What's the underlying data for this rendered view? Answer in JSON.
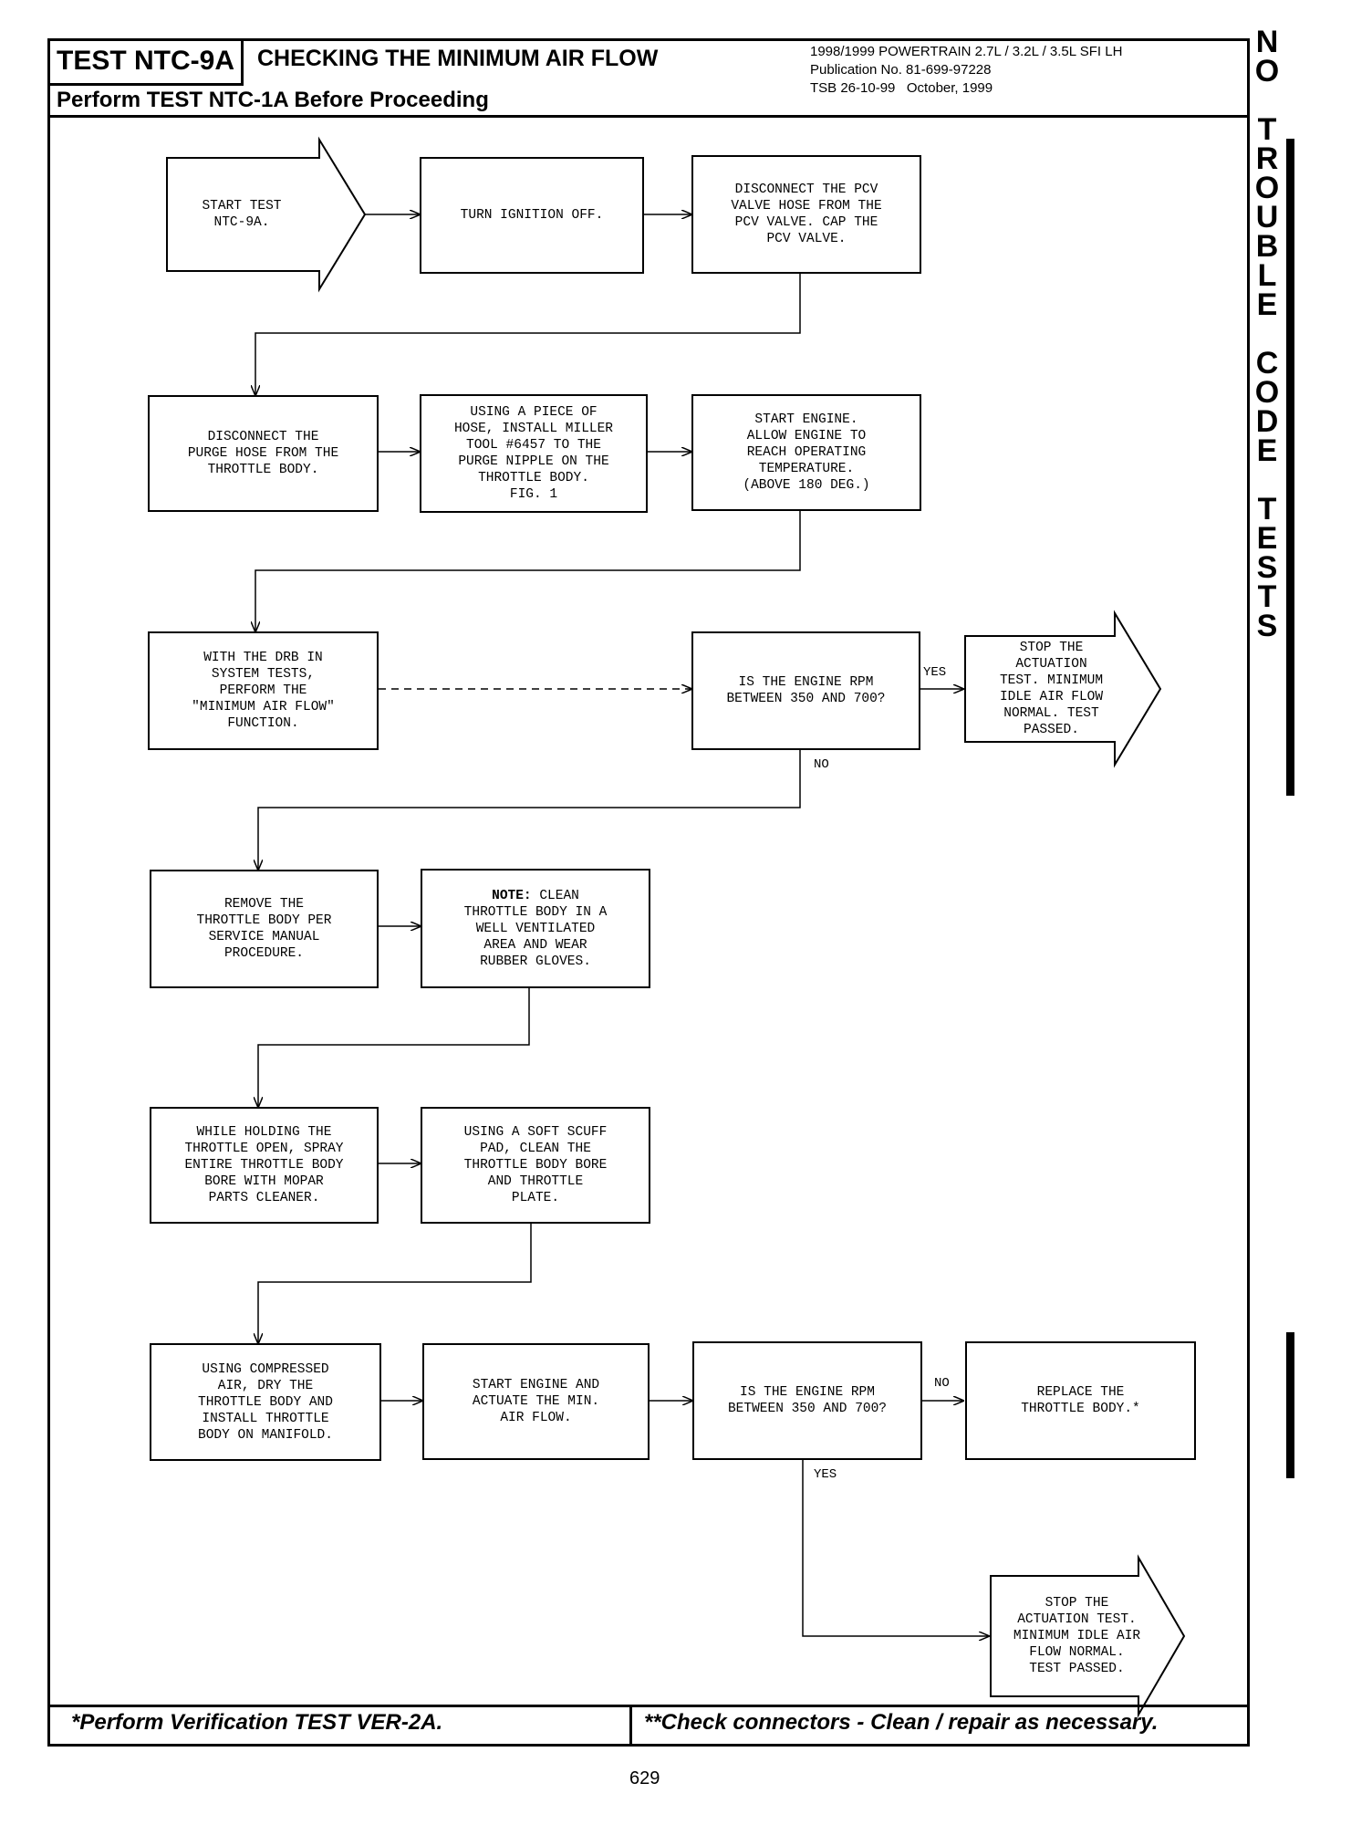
{
  "header": {
    "test_id": "TEST NTC-9A",
    "title": "CHECKING THE MINIMUM AIR FLOW",
    "subtitle": "Perform TEST NTC-1A Before Proceeding",
    "pub_line1": "1998/1999 POWERTRAIN 2.7L / 3.2L / 3.5L SFI LH",
    "pub_line2": "Publication No. 81-699-97228",
    "pub_line3": "TSB 26-10-99   October, 1999"
  },
  "side_tab": [
    "N",
    "O",
    "",
    "T",
    "R",
    "O",
    "U",
    "B",
    "L",
    "E",
    "",
    "C",
    "O",
    "D",
    "E",
    "",
    "T",
    "E",
    "S",
    "T",
    "S"
  ],
  "steps": {
    "start": "START TEST\nNTC-9A.",
    "ignition_off": "TURN IGNITION OFF.",
    "disconnect_pcv": "DISCONNECT THE PCV\nVALVE HOSE FROM THE\nPCV VALVE. CAP THE\nPCV VALVE.",
    "disconnect_purge": "DISCONNECT THE\nPURGE HOSE FROM THE\nTHROTTLE BODY.",
    "install_tool": "USING A PIECE OF\nHOSE, INSTALL MILLER\nTOOL #6457 TO THE\nPURGE NIPPLE ON THE\nTHROTTLE BODY.\nFIG. 1",
    "start_engine_warm": "START ENGINE.\nALLOW ENGINE TO\nREACH OPERATING\nTEMPERATURE.\n(ABOVE 180 DEG.)",
    "drb_function": "WITH THE DRB IN\nSYSTEM TESTS,\nPERFORM THE\n\"MINIMUM AIR FLOW\"\nFUNCTION.",
    "rpm_check_1": "IS THE ENGINE RPM\nBETWEEN 350 AND 700?",
    "stop_passed_1": "STOP THE\nACTUATION\nTEST. MINIMUM\nIDLE AIR FLOW\nNORMAL. TEST\nPASSED.",
    "remove_throttle": "REMOVE THE\nTHROTTLE BODY PER\nSERVICE MANUAL\nPROCEDURE.",
    "note_bold": "NOTE:",
    "note_text": " CLEAN\nTHROTTLE BODY IN A\nWELL VENTILATED\nAREA AND WEAR\nRUBBER GLOVES.",
    "spray_clean": "WHILE HOLDING THE\nTHROTTLE OPEN, SPRAY\nENTIRE THROTTLE BODY\nBORE WITH MOPAR\nPARTS CLEANER.",
    "scuff_pad": "USING A SOFT SCUFF\nPAD, CLEAN THE\nTHROTTLE BODY BORE\nAND THROTTLE\nPLATE.",
    "compressed_air": "USING COMPRESSED\nAIR, DRY THE\nTHROTTLE BODY AND\nINSTALL THROTTLE\nBODY ON MANIFOLD.",
    "start_actuate": "START ENGINE AND\nACTUATE THE MIN.\nAIR FLOW.",
    "rpm_check_2": "IS THE ENGINE RPM\nBETWEEN 350 AND 700?",
    "replace_throttle": "REPLACE THE\nTHROTTLE BODY.*",
    "stop_passed_2": "STOP THE\nACTUATION TEST.\nMINIMUM IDLE AIR\nFLOW NORMAL.\nTEST PASSED."
  },
  "labels": {
    "yes": "YES",
    "no": "NO"
  },
  "footer": {
    "left": "*Perform Verification TEST VER-2A.",
    "right": "**Check connectors - Clean / repair as necessary.",
    "page": "629"
  }
}
